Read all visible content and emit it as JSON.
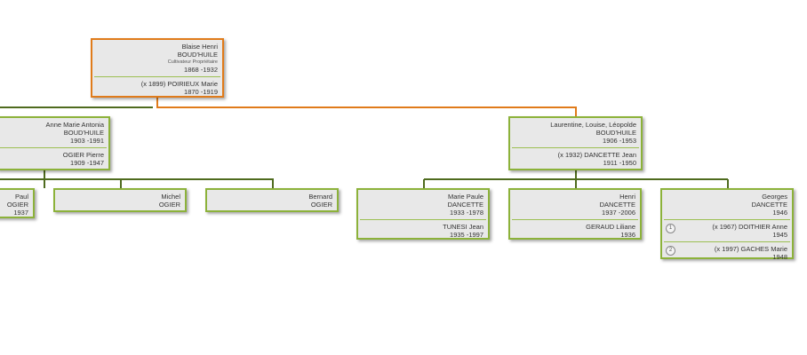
{
  "colors": {
    "root_border": "#e07b1a",
    "card_border": "#8cb23a",
    "line_green": "#4f6b1e",
    "line_orange": "#e07b1a",
    "card_fill": "#e8e8e8"
  },
  "people": {
    "root": {
      "lines": [
        "Blaise Henri",
        "BOUD'HUILE"
      ],
      "occupation": "Cultivateur Propriétaire",
      "dates": "1868  -1932",
      "spouse": "(x 1899)  POIRIEUX  Marie",
      "spouse_dates": "1870  -1919"
    },
    "anne": {
      "lines": [
        "Anne Marie Antonia",
        "BOUD'HUILE"
      ],
      "dates": "1903  -1991",
      "spouse": "OGIER  Pierre",
      "spouse_dates": "1909  -1947"
    },
    "laurentine": {
      "lines": [
        "Laurentine, Louise, Léopolde",
        "BOUD'HUILE"
      ],
      "dates": "1906  -1953",
      "spouse": "(x 1932)  DANCETTE  Jean",
      "spouse_dates": "1911  -1950"
    },
    "paul": {
      "lines": [
        "Paul",
        "OGIER"
      ],
      "dates": "1937"
    },
    "michel": {
      "lines": [
        "Michel",
        "OGIER"
      ]
    },
    "bernard": {
      "lines": [
        "Bernard",
        "OGIER"
      ]
    },
    "marie_paule": {
      "lines": [
        "Marie Paule",
        "DANCETTE"
      ],
      "dates": "1933  -1978",
      "spouse": "TUNESI  Jean",
      "spouse_dates": "1935  -1997"
    },
    "henri": {
      "lines": [
        "Henri",
        "DANCETTE"
      ],
      "dates": "1937  -2006",
      "spouse": "GERAUD  Liliane",
      "spouse_dates": "1936"
    },
    "georges": {
      "lines": [
        "Georges",
        "DANCETTE"
      ],
      "dates": "1946",
      "spouse1_num": "1",
      "spouse1": "(x 1967)  DOITHIER  Anne",
      "spouse1_dates": "1945",
      "spouse2_num": "2",
      "spouse2": "(x 1997)  GACHES  Marie",
      "spouse2_dates": "1948"
    }
  }
}
